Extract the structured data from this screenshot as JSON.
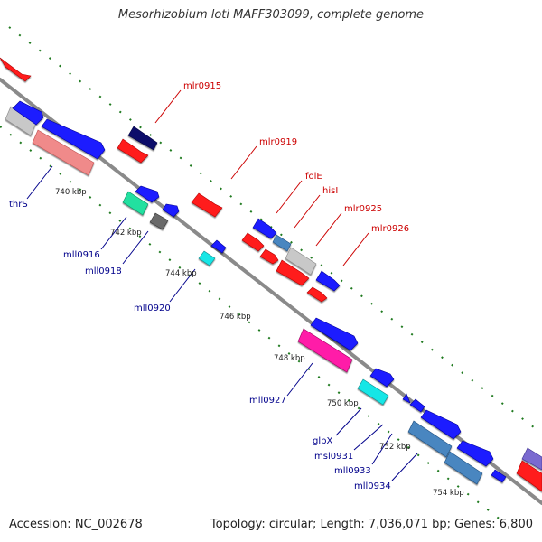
{
  "header": {
    "title": "Mesorhizobium loti MAFF303099, complete genome"
  },
  "footer": {
    "accession": "Accession: NC_002678",
    "topology": "Topology: circular; Length: 7,036,071 bp; Genes: 6,800"
  },
  "colors": {
    "backbone": "#8a8a8a",
    "tick": "#1f7a1f",
    "forward_label": "#cc0000",
    "reverse_label": "#00008b",
    "gene_red": "#ff1a1a",
    "gene_blue": "#1a1aff",
    "gene_navy": "#10106b",
    "gene_gray": "#c8c8c8",
    "gene_darkgray": "#6a6a6a",
    "gene_pink": "#f08a8a",
    "gene_seagreen": "#22e0a0",
    "gene_cyan": "#16e6e6",
    "gene_steel": "#4a86c0",
    "gene_magenta": "#ff1aa8",
    "gene_purple": "#7a6ad0"
  },
  "scale_labels": [
    "740 kbp",
    "742 kbp",
    "744 kbp",
    "746 kbp",
    "748 kbp",
    "750 kbp",
    "752 kbp",
    "754 kbp"
  ],
  "forward_labels": [
    "mlr0915",
    "mlr0919",
    "folE",
    "hisI",
    "mlr0925",
    "mlr0926"
  ],
  "reverse_labels": [
    "thrS",
    "mll0916",
    "mll0918",
    "mll0920",
    "mll0927",
    "glpX",
    "msl0931",
    "mll0933",
    "mll0934"
  ]
}
